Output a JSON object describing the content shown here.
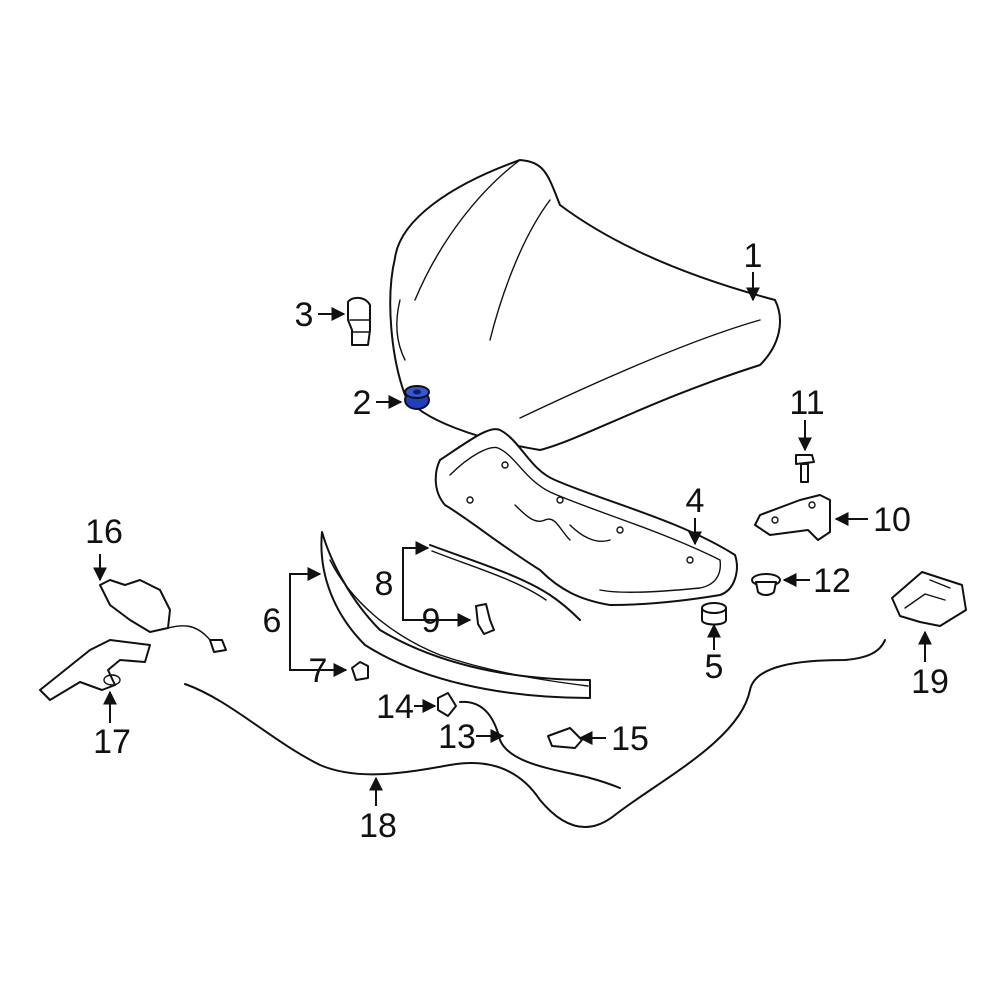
{
  "callouts": {
    "c1": "1",
    "c2": "2",
    "c3": "3",
    "c4": "4",
    "c5": "5",
    "c6": "6",
    "c7": "7",
    "c8": "8",
    "c9": "9",
    "c10": "10",
    "c11": "11",
    "c12": "12",
    "c13": "13",
    "c14": "14",
    "c15": "15",
    "c16": "16",
    "c17": "17",
    "c18": "18",
    "c19": "19"
  },
  "colors": {
    "line": "#111111",
    "highlight": "#1f3fbf",
    "background": "#ffffff"
  }
}
